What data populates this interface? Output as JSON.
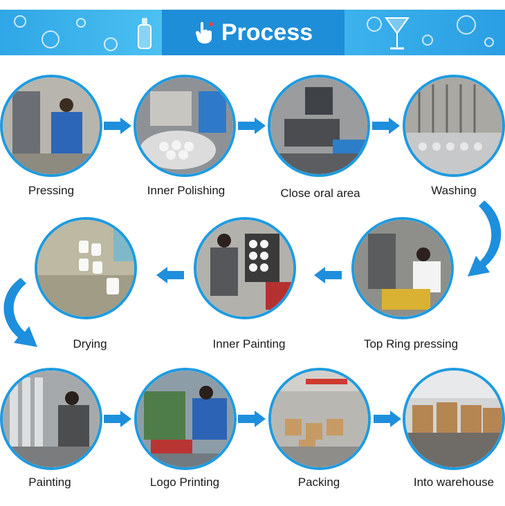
{
  "header": {
    "title": "Process",
    "icon": "hand-pointer-icon"
  },
  "colors": {
    "accent": "#1e9be0",
    "banner": "#3eb4ee",
    "title_bg": "#1f8ed8"
  },
  "steps": [
    {
      "label": "Pressing"
    },
    {
      "label": "Inner Polishing"
    },
    {
      "label": "Close oral area"
    },
    {
      "label": "Washing"
    },
    {
      "label": "Top Ring pressing"
    },
    {
      "label": "Inner Painting"
    },
    {
      "label": "Drying"
    },
    {
      "label": "Painting"
    },
    {
      "label": "Logo Printing"
    },
    {
      "label": "Packing"
    },
    {
      "label": "Into warehouse"
    }
  ]
}
